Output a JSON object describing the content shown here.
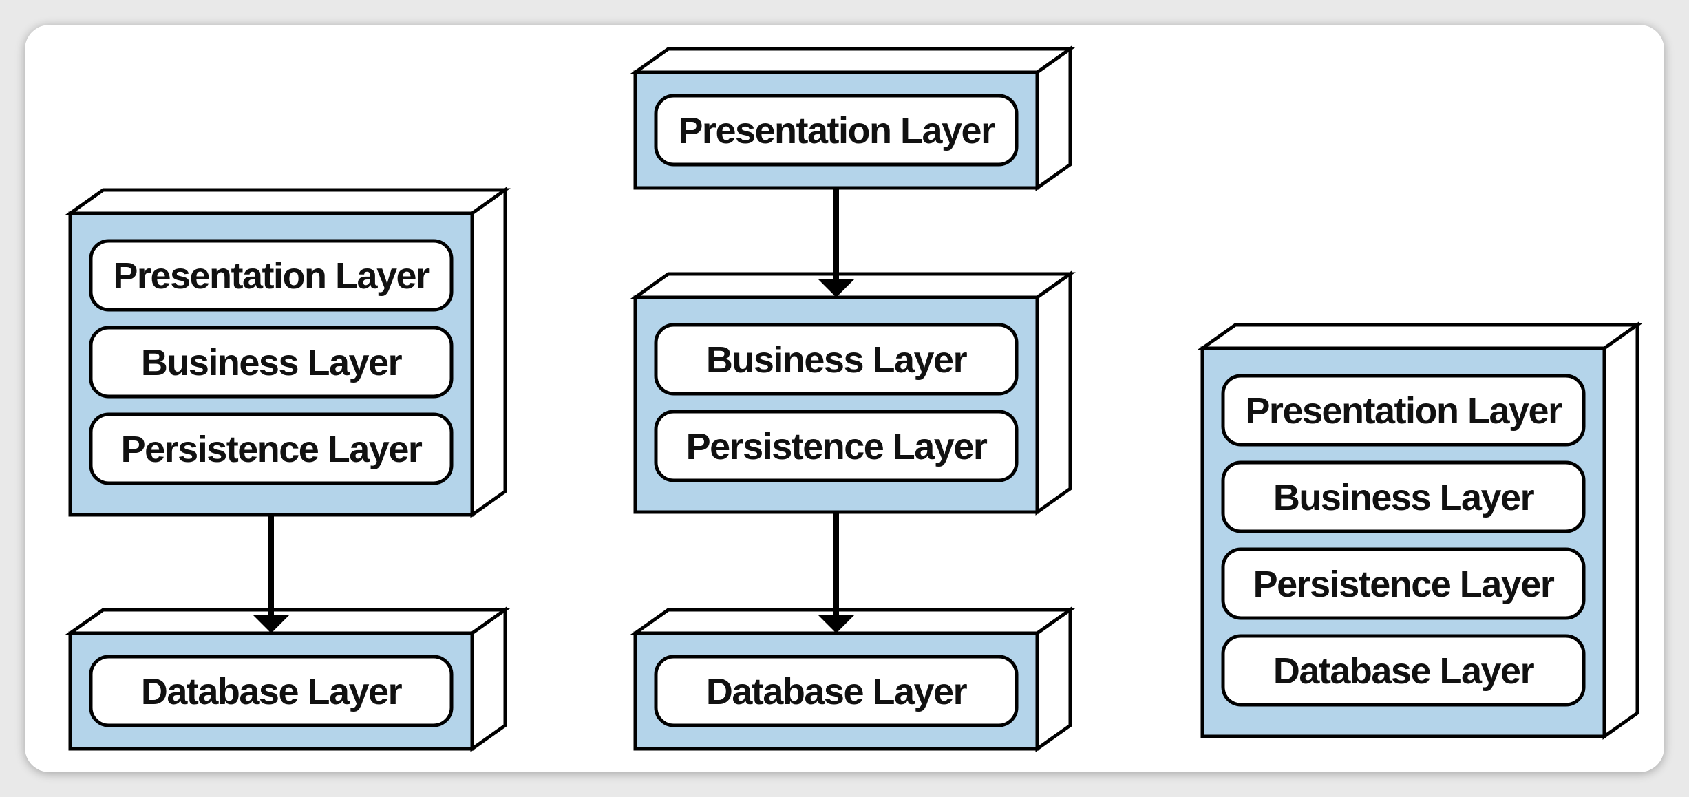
{
  "diagram": {
    "colors": {
      "container_fill": "#b4d4ea",
      "layer_fill": "#ffffff",
      "outline": "#000000",
      "background": "#ffffff"
    },
    "configurations": [
      {
        "nodes": [
          {
            "layers": [
              "Presentation Layer",
              "Business Layer",
              "Persistence Layer"
            ]
          },
          {
            "layers": [
              "Database Layer"
            ]
          }
        ]
      },
      {
        "nodes": [
          {
            "layers": [
              "Presentation Layer"
            ]
          },
          {
            "layers": [
              "Business Layer",
              "Persistence Layer"
            ]
          },
          {
            "layers": [
              "Database Layer"
            ]
          }
        ]
      },
      {
        "nodes": [
          {
            "layers": [
              "Presentation Layer",
              "Business Layer",
              "Persistence Layer",
              "Database Layer"
            ]
          }
        ]
      }
    ]
  }
}
